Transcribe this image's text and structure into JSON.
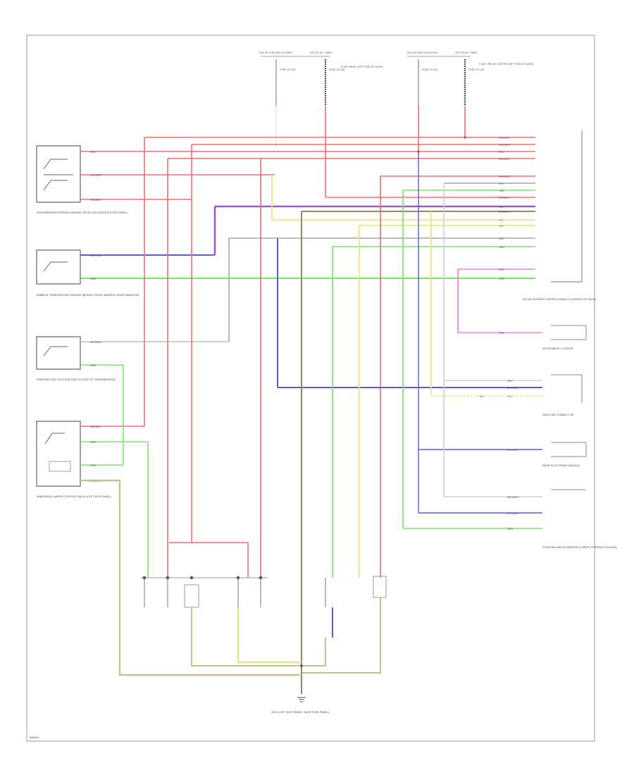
{
  "footer": {
    "code": "W0469-"
  },
  "fuses": [
    {
      "top": "HOT W/ IGNITION IN START",
      "side": "FUSE 18 10A"
    },
    {
      "top": "HOT AT ALL TIMES",
      "side": "FUSE 40 15A"
    },
    {
      "top": "HOT W/ IGNITION IN RUN",
      "side": "FUSE 15 10A"
    },
    {
      "top": "HOT AT ALL TIMES",
      "side": "FUSE 22 15A"
    }
  ],
  "fuse_panel_labels": [
    "FUSE PANEL (LEFT END OF DASH)",
    "FUSE / RELAY CENTER (LEFT END OF DASH)"
  ],
  "components": {
    "selector_control": "SEAT/MIRROR/STEERING MEMORY SELECTOR (DRIVER DOOR PANEL)",
    "temp_sensor": "AMBIENT TEMPERATURE SENSOR (BEHIND FRONT BUMPER, NEAR RADIATOR)",
    "park_switch": "PARK/NEUTRAL POSITION SWITCH (TOP OF TRANSMISSION)",
    "window_relay": "WINDSHIELD WIPER CONTROL RELAY (LEFT KICK PANEL)",
    "main_module": "SOLAR SENSOR CONTROL MODULE (CENTER OF DASH)",
    "instrument_cluster": "INSTRUMENT CLUSTER",
    "dlc": "DATA LINK CONNECTOR",
    "rear_module": "REAR ELECTRONIC MODULE",
    "bottom_module": "STEERING ANGLE SENSOR (LOWER STEERING COLUMN)",
    "ground": "G201 (LEFT KICK PANEL, NEAR FUSE PANEL)"
  },
  "wires": {
    "red": "RED",
    "red_wht": "RED/WHT",
    "red_blk": "RED/BLK",
    "blu_red": "BLU/RED",
    "grn": "GRN",
    "wht_blk": "WHT/BLK",
    "brn_wht": "BRN/WHT",
    "yel": "YEL",
    "pnk": "PNK",
    "gry": "GRY",
    "vio": "VIO",
    "blk": "BLK"
  },
  "colors": {
    "red": "#f26d6d",
    "green": "#7be36b",
    "yellow": "#e9e37a",
    "blue": "#5a5ae8",
    "purple": "#9a5ac8",
    "magenta": "#f07af0",
    "gray": "#a8a8a8",
    "tan": "#c9c08a",
    "olive": "#8c8c5c",
    "border": "#999999"
  }
}
